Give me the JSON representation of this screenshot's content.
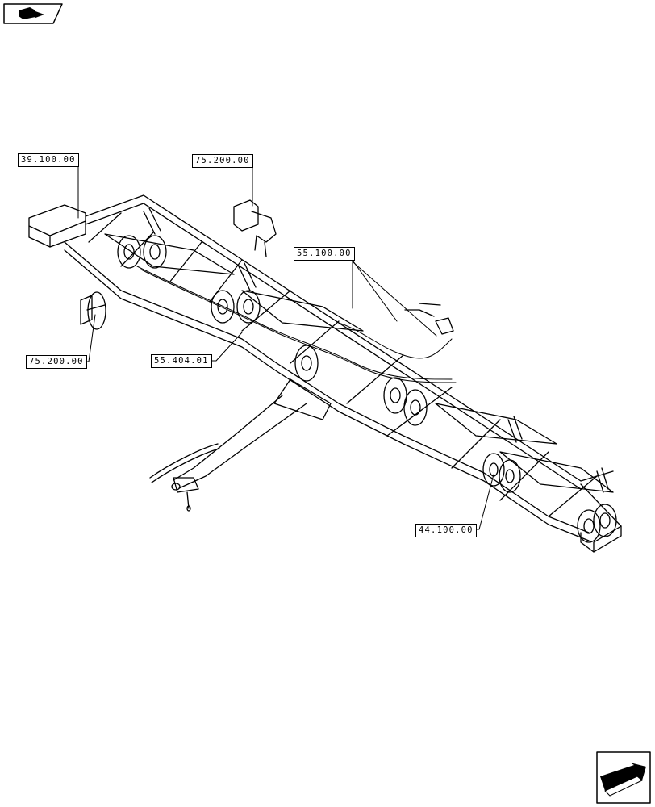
{
  "callouts": {
    "c1": "39.100.00",
    "c2": "75.200.00",
    "c3": "55.100.00",
    "c4": "75.200.00",
    "c5": "55.404.01",
    "c6": "44.100.00"
  },
  "icons": {
    "top_left": "book-nav-icon",
    "bottom_right": "next-page-arrow-icon"
  }
}
